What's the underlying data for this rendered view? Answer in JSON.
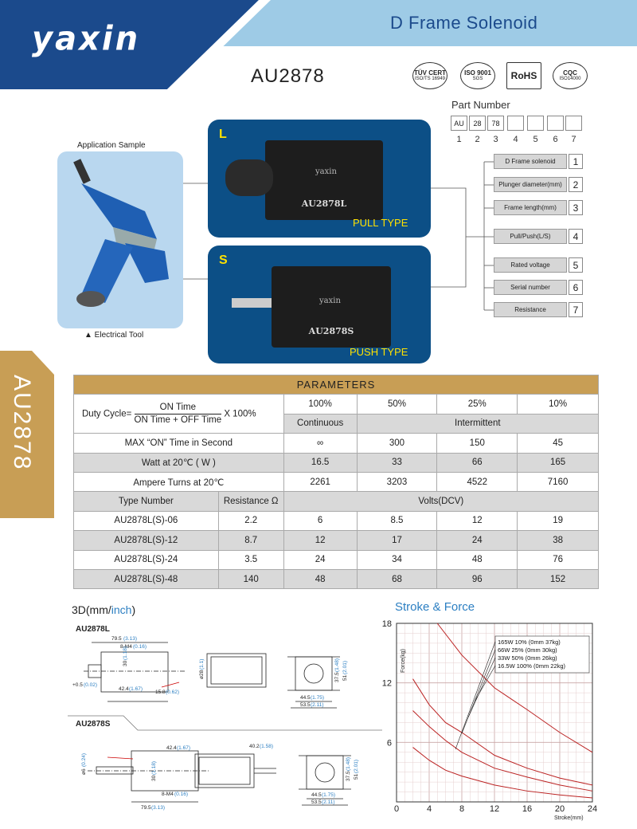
{
  "header": {
    "brand": "yaxin",
    "product_family": "D Frame Solenoid",
    "model": "AU2878",
    "side_tab": "AU2878"
  },
  "certs": [
    {
      "name": "TÜV CERT",
      "sub": "ISO/TS 16949"
    },
    {
      "name": "ISO 9001",
      "sub": "SGS"
    },
    {
      "name": "RoHS",
      "sub": ""
    },
    {
      "name": "CQC",
      "sub": "ISO14000"
    }
  ],
  "part_number": {
    "title": "Part Number",
    "boxes": [
      "AU",
      "28",
      "78",
      "",
      "",
      "",
      ""
    ],
    "indices": [
      "1",
      "2",
      "3",
      "4",
      "5",
      "6",
      "7"
    ],
    "items": [
      {
        "label": "D Frame solenoid",
        "num": "1"
      },
      {
        "label": "Plunger diameter(mm)",
        "num": "2"
      },
      {
        "label": "Frame length(mm)",
        "num": "3"
      },
      {
        "label": "Pull/Push(L/S)",
        "num": "4"
      },
      {
        "label": "Rated voltage",
        "num": "5"
      },
      {
        "label": "Serial number",
        "num": "6"
      },
      {
        "label": "Resistance",
        "num": "7"
      }
    ]
  },
  "application": {
    "label": "Application Sample",
    "caption": "▲ Electrical Tool"
  },
  "types": {
    "pull": {
      "letter": "L",
      "name": "PULL TYPE",
      "marking": "AU2878L",
      "brand_mark": "yaxin"
    },
    "push": {
      "letter": "S",
      "name": "PUSH TYPE",
      "marking": "AU2878S",
      "brand_mark": "yaxin"
    }
  },
  "params": {
    "title": "PARAMETERS",
    "duty_label": "Duty Cycle=",
    "duty_num": "ON Time",
    "duty_den": "ON Time + OFF Time",
    "duty_mult": "X 100%",
    "duty_values": [
      "100%",
      "50%",
      "25%",
      "10%"
    ],
    "continuous": "Continuous",
    "intermittent": "Intermittent",
    "rows": [
      {
        "label": "MAX “ON” Time in Second",
        "values": [
          "∞",
          "300",
          "150",
          "45"
        ]
      },
      {
        "label": "Watt at 20℃ ( W )",
        "values": [
          "16.5",
          "33",
          "66",
          "165"
        ]
      },
      {
        "label": "Ampere Turns at 20℃",
        "values": [
          "2261",
          "3203",
          "4522",
          "7160"
        ]
      }
    ],
    "type_header": "Type Number",
    "res_header": "Resistance Ω",
    "volts_header": "Volts(DCV)",
    "types": [
      {
        "type": "AU2878L(S)-06",
        "res": "2.2",
        "volts": [
          "6",
          "8.5",
          "12",
          "19"
        ]
      },
      {
        "type": "AU2878L(S)-12",
        "res": "8.7",
        "volts": [
          "12",
          "17",
          "24",
          "38"
        ]
      },
      {
        "type": "AU2878L(S)-24",
        "res": "3.5",
        "volts": [
          "24",
          "34",
          "48",
          "76"
        ]
      },
      {
        "type": "AU2878L(S)-48",
        "res": "140",
        "volts": [
          "48",
          "68",
          "96",
          "152"
        ]
      }
    ]
  },
  "drawings": {
    "title": "3D(mm/",
    "title_blue": "inch",
    "title_end": ")",
    "l_label": "AU2878L",
    "s_label": "AU2878S",
    "l_dims": [
      "79.5",
      "(3.13)",
      "8-M4",
      "(0.16)",
      "30",
      "(1.18)",
      "+0.5",
      "(0.02)",
      "42.4",
      "(1.67)",
      "15.8",
      "(0.62)",
      "ø28",
      "(1.1)",
      "37.5",
      "(1.48)",
      "51",
      "(2.01)",
      "44.5",
      "(1.75)",
      "53.5",
      "(2.11)"
    ],
    "s_dims": [
      "42.4",
      "(1.67)",
      "40.2",
      "(1.58)",
      "ø6",
      "(0.24)",
      "30",
      "(1.18)",
      "8-M4",
      "(0.16)",
      "79.5",
      "(3.13)",
      "37.5",
      "(1.48)",
      "51",
      "(2.01)",
      "44.5",
      "(1.75)",
      "53.5",
      "(2.11)"
    ]
  },
  "chart_data": {
    "type": "line",
    "title": "Stroke & Force",
    "xlabel": "Stroke(mm)",
    "ylabel": "Force(kg)",
    "xlim": [
      0,
      24
    ],
    "ylim": [
      0,
      18
    ],
    "xticks": [
      "0",
      "4",
      "8",
      "12",
      "16",
      "20",
      "24"
    ],
    "yticks": [
      "6",
      "12",
      "18"
    ],
    "grid": true,
    "legend_position": "top-right",
    "series": [
      {
        "name": "165W 10% (0mm 37kg)",
        "x": [
          5,
          8,
          12,
          16,
          20,
          24
        ],
        "y": [
          18,
          14.8,
          11.5,
          9.3,
          7,
          5
        ]
      },
      {
        "name": "66W 25% (0mm 30kg)",
        "x": [
          2,
          4,
          6,
          8,
          12,
          16,
          20,
          24
        ],
        "y": [
          12.4,
          9.8,
          8,
          7,
          4.7,
          3.4,
          2.4,
          1.7
        ]
      },
      {
        "name": "33W 50% (0mm 26kg)",
        "x": [
          2,
          4,
          6,
          8,
          12,
          16,
          20,
          24
        ],
        "y": [
          9.2,
          7.6,
          6.2,
          5,
          3.4,
          2.5,
          1.7,
          1.1
        ]
      },
      {
        "name": "16.5W 100% (0mm 22kg)",
        "x": [
          2,
          4,
          6,
          8,
          12,
          16,
          20,
          24
        ],
        "y": [
          5.5,
          4.2,
          3.2,
          2.6,
          1.7,
          1.1,
          0.7,
          0.4
        ]
      }
    ]
  }
}
